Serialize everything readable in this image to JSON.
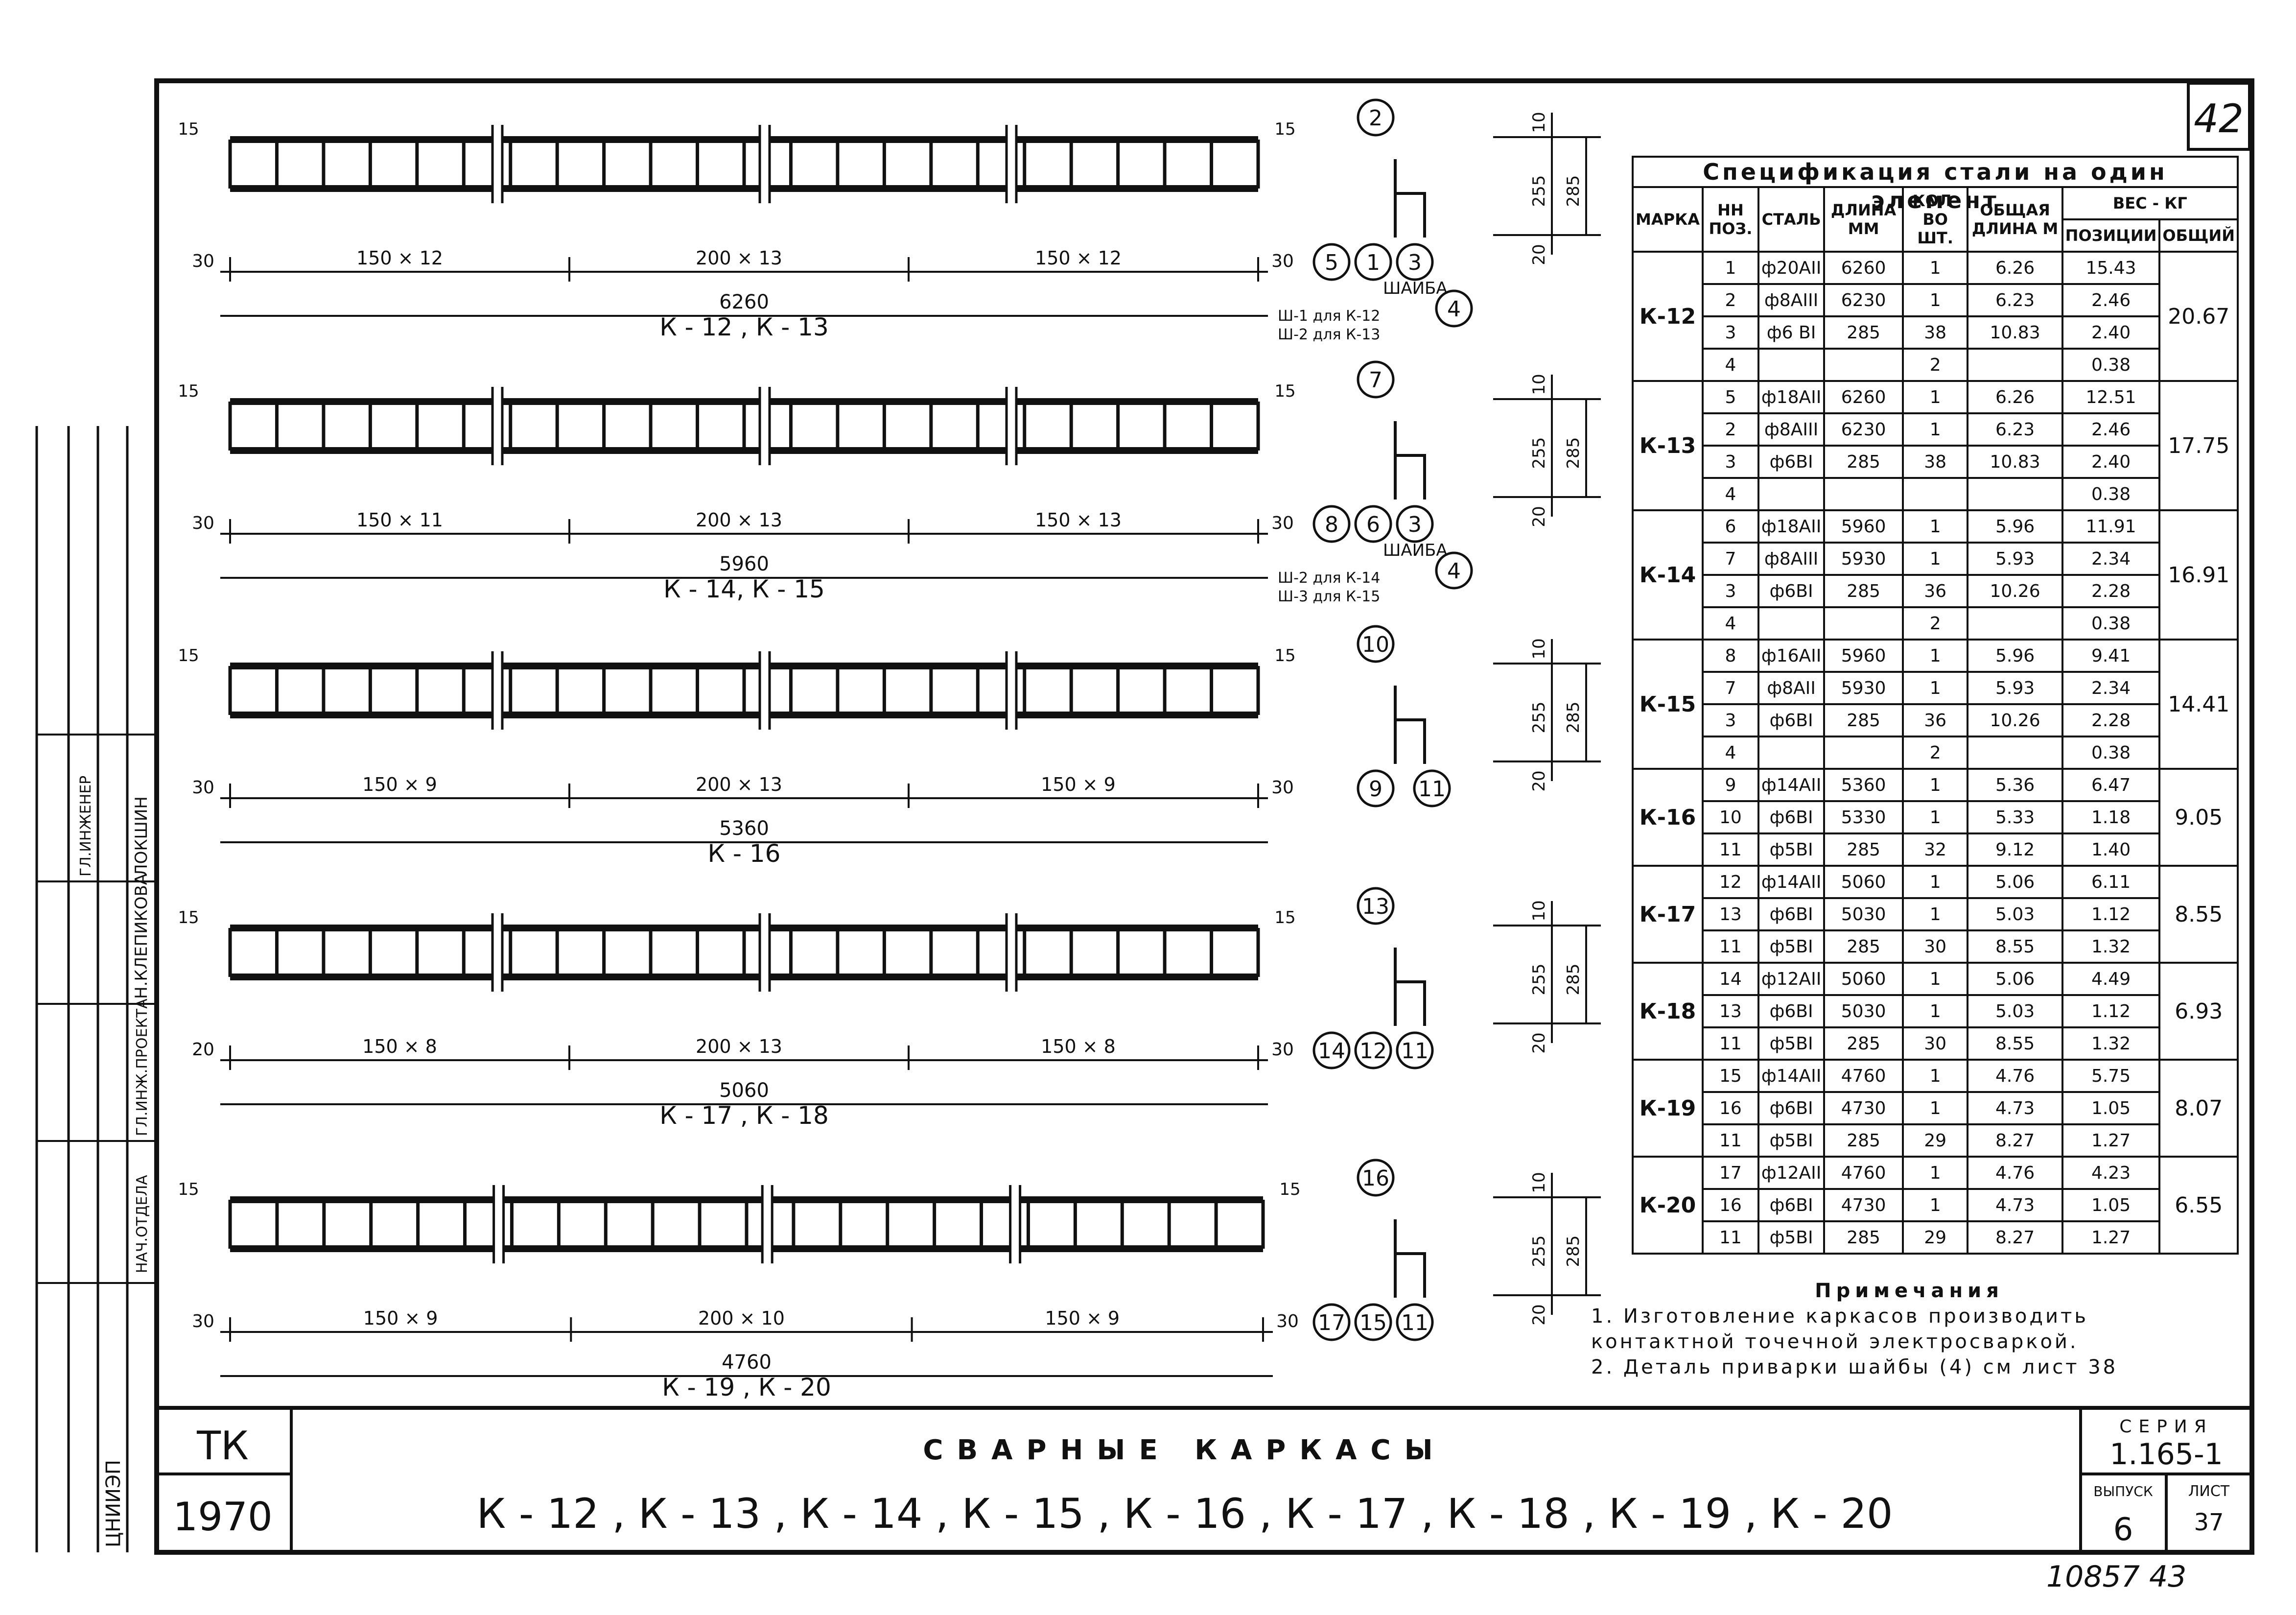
{
  "sheet_number": "42",
  "bottom_stamp": "10857 43",
  "frames": [
    {
      "label_left": "15",
      "label_right": "15",
      "dim_left": "30",
      "dim_right": "30",
      "segments": [
        "150 × 12",
        "200 × 13",
        "150 × 12"
      ],
      "total": "6260",
      "caption": "К - 12 , К - 13",
      "washer": "ШАЙБА",
      "washer_notes": [
        "Ш-1 для К-12",
        "Ш-2 для К-13"
      ],
      "details": {
        "top": "2",
        "bottom": [
          "5",
          "1",
          "3"
        ],
        "washer_pos": "4"
      }
    },
    {
      "label_left": "15",
      "label_right": "15",
      "dim_left": "30",
      "dim_right": "30",
      "segments": [
        "150 × 11",
        "200 × 13",
        "150 × 13"
      ],
      "total": "5960",
      "caption": "К - 14, К - 15",
      "washer": "ШАЙБА",
      "washer_notes": [
        "Ш-2 для К-14",
        "Ш-3 для К-15"
      ],
      "details": {
        "top": "7",
        "bottom": [
          "8",
          "6",
          "3"
        ],
        "washer_pos": "4"
      }
    },
    {
      "label_left": "15",
      "label_right": "15",
      "dim_left": "30",
      "dim_right": "30",
      "segments": [
        "150 × 9",
        "200 × 13",
        "150 × 9"
      ],
      "total": "5360",
      "caption": "К - 16",
      "details": {
        "top": "10",
        "bottom": [
          "9",
          "11"
        ]
      }
    },
    {
      "label_left": "15",
      "label_right": "15",
      "dim_left": "20",
      "dim_right": "30",
      "segments": [
        "150 × 8",
        "200 × 13",
        "150 × 8"
      ],
      "total": "5060",
      "caption": "К - 17 , К - 18",
      "details": {
        "top": "13",
        "bottom": [
          "14",
          "12",
          "11"
        ]
      }
    },
    {
      "label_left": "15",
      "label_right": "15",
      "dim_left": "30",
      "dim_right": "30",
      "segments": [
        "150 × 9",
        "200 × 10",
        "150 × 9"
      ],
      "total": "4760",
      "caption": "К - 19 , К - 20",
      "details": {
        "top": "16",
        "bottom": [
          "17",
          "15",
          "11"
        ]
      }
    }
  ],
  "section_dims": {
    "top": "10",
    "mid": "255",
    "bottom": "20",
    "height": "285"
  },
  "spec": {
    "title": "Спецификация стали на один элемент",
    "headers": {
      "mark": "МАРКА",
      "pos": "НН ПОЗ.",
      "steel": "СТАЛЬ",
      "length": "ДЛИНА ММ",
      "count": "КОЛ-ВО ШТ.",
      "total_length": "ОБЩАЯ ДЛИНА М",
      "weight": "ВЕС - КГ",
      "weight_pos": "ПОЗИЦИИ",
      "weight_total": "ОБЩИЙ"
    },
    "groups": [
      {
        "mark": "К-12",
        "total": "20.67",
        "rows": [
          [
            "1",
            "ф20АII",
            "6260",
            "1",
            "6.26",
            "15.43"
          ],
          [
            "2",
            "ф8АIII",
            "6230",
            "1",
            "6.23",
            "2.46"
          ],
          [
            "3",
            "ф6 ВI",
            "285",
            "38",
            "10.83",
            "2.40"
          ],
          [
            "4",
            "",
            "",
            "2",
            "",
            "0.38"
          ]
        ]
      },
      {
        "mark": "К-13",
        "total": "17.75",
        "rows": [
          [
            "5",
            "ф18АII",
            "6260",
            "1",
            "6.26",
            "12.51"
          ],
          [
            "2",
            "ф8АIII",
            "6230",
            "1",
            "6.23",
            "2.46"
          ],
          [
            "3",
            "ф6ВI",
            "285",
            "38",
            "10.83",
            "2.40"
          ],
          [
            "4",
            "",
            "",
            "",
            "",
            "0.38"
          ]
        ]
      },
      {
        "mark": "К-14",
        "total": "16.91",
        "rows": [
          [
            "6",
            "ф18АII",
            "5960",
            "1",
            "5.96",
            "11.91"
          ],
          [
            "7",
            "ф8АIII",
            "5930",
            "1",
            "5.93",
            "2.34"
          ],
          [
            "3",
            "ф6ВI",
            "285",
            "36",
            "10.26",
            "2.28"
          ],
          [
            "4",
            "",
            "",
            "2",
            "",
            "0.38"
          ]
        ]
      },
      {
        "mark": "К-15",
        "total": "14.41",
        "rows": [
          [
            "8",
            "ф16АII",
            "5960",
            "1",
            "5.96",
            "9.41"
          ],
          [
            "7",
            "ф8АII",
            "5930",
            "1",
            "5.93",
            "2.34"
          ],
          [
            "3",
            "ф6ВI",
            "285",
            "36",
            "10.26",
            "2.28"
          ],
          [
            "4",
            "",
            "",
            "2",
            "",
            "0.38"
          ]
        ]
      },
      {
        "mark": "К-16",
        "total": "9.05",
        "rows": [
          [
            "9",
            "ф14АII",
            "5360",
            "1",
            "5.36",
            "6.47"
          ],
          [
            "10",
            "ф6ВI",
            "5330",
            "1",
            "5.33",
            "1.18"
          ],
          [
            "11",
            "ф5ВI",
            "285",
            "32",
            "9.12",
            "1.40"
          ]
        ]
      },
      {
        "mark": "К-17",
        "total": "8.55",
        "rows": [
          [
            "12",
            "ф14АII",
            "5060",
            "1",
            "5.06",
            "6.11"
          ],
          [
            "13",
            "ф6ВI",
            "5030",
            "1",
            "5.03",
            "1.12"
          ],
          [
            "11",
            "ф5ВI",
            "285",
            "30",
            "8.55",
            "1.32"
          ]
        ]
      },
      {
        "mark": "К-18",
        "total": "6.93",
        "rows": [
          [
            "14",
            "ф12АII",
            "5060",
            "1",
            "5.06",
            "4.49"
          ],
          [
            "13",
            "ф6ВI",
            "5030",
            "1",
            "5.03",
            "1.12"
          ],
          [
            "11",
            "ф5ВI",
            "285",
            "30",
            "8.55",
            "1.32"
          ]
        ]
      },
      {
        "mark": "К-19",
        "total": "8.07",
        "rows": [
          [
            "15",
            "ф14АII",
            "4760",
            "1",
            "4.76",
            "5.75"
          ],
          [
            "16",
            "ф6ВI",
            "4730",
            "1",
            "4.73",
            "1.05"
          ],
          [
            "11",
            "ф5ВI",
            "285",
            "29",
            "8.27",
            "1.27"
          ]
        ]
      },
      {
        "mark": "К-20",
        "total": "6.55",
        "rows": [
          [
            "17",
            "ф12АII",
            "4760",
            "1",
            "4.76",
            "4.23"
          ],
          [
            "16",
            "ф6ВI",
            "4730",
            "1",
            "4.73",
            "1.05"
          ],
          [
            "11",
            "ф5ВI",
            "285",
            "29",
            "8.27",
            "1.27"
          ]
        ]
      }
    ]
  },
  "notes": {
    "head": "Примечания",
    "items": [
      "1. Изготовление каркасов производить контактной точечной электросваркой.",
      "2. Деталь приварки шайбы (4) см лист 38"
    ]
  },
  "title_block": {
    "code": "ТК",
    "year": "1970",
    "title": "СВАРНЫЕ КАРКАСЫ",
    "subtitle": "К - 12 ,  К - 13 ,  К - 14 ,  К - 15 ,  К - 16 ,  К - 17 ,  К - 18 ,  К - 19 ,  К - 20",
    "series_label": "СЕРИЯ",
    "series": "1.165-1",
    "issue_label": "ВЫПУСК",
    "issue": "6",
    "sheet_label": "ЛИСТ",
    "sheet": "37"
  },
  "side_stamp": {
    "columns": [
      "ЦНИИЭП",
      "НАЧ.ОТДЕЛА",
      "ГЛ.ИНЖ.ПРОЕКТА",
      "Н.КЛЕПИКОВА",
      "ЛОКШИН",
      "ГЛ.ИНЖЕНЕР"
    ]
  }
}
